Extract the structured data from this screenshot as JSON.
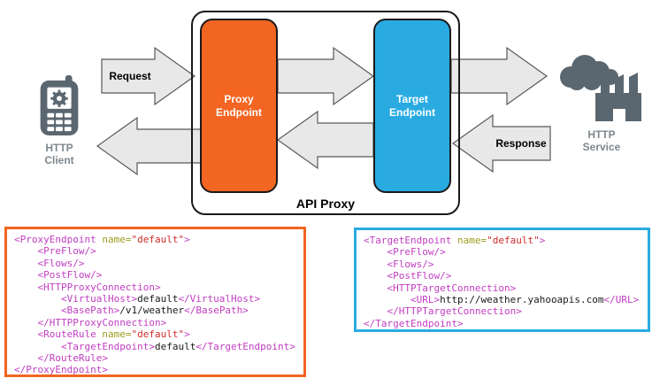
{
  "diagram": {
    "api_proxy_label": "API Proxy",
    "proxy_endpoint_label": "Proxy\nEndpoint",
    "target_endpoint_label": "Target\nEndpoint",
    "request_label": "Request",
    "response_label": "Response",
    "http_client_label": "HTTP\nClient",
    "http_service_label": "HTTP\nService",
    "icons": {
      "http_client": "mobile-phone-icon",
      "http_service": "factory-smoke-cloud-icon",
      "flow_arrows": "block-arrow-icons"
    },
    "colors": {
      "proxy_accent": "#F26522",
      "target_accent": "#29ABE2",
      "icon_gray": "#5B6770",
      "label_gray": "#7E878D",
      "arrow_fill": "#E8E8E8",
      "code_tag": "#C13DC1",
      "code_attr": "#9C9C20",
      "code_string": "#CE2B2B"
    }
  },
  "code_blocks": [
    {
      "name": "proxy-endpoint-xml",
      "lines": [
        [
          {
            "c": "tag",
            "t": "<ProxyEndpoint "
          },
          {
            "c": "attr",
            "t": "name="
          },
          {
            "c": "str",
            "t": "\"default\""
          },
          {
            "c": "tag",
            "t": ">"
          }
        ],
        [
          {
            "c": "txt",
            "t": "    "
          },
          {
            "c": "tag",
            "t": "<PreFlow/>"
          }
        ],
        [
          {
            "c": "txt",
            "t": "    "
          },
          {
            "c": "tag",
            "t": "<Flows/>"
          }
        ],
        [
          {
            "c": "txt",
            "t": "    "
          },
          {
            "c": "tag",
            "t": "<PostFlow/>"
          }
        ],
        [
          {
            "c": "txt",
            "t": "    "
          },
          {
            "c": "tag",
            "t": "<HTTPProxyConnection>"
          }
        ],
        [
          {
            "c": "txt",
            "t": "        "
          },
          {
            "c": "tag",
            "t": "<VirtualHost>"
          },
          {
            "c": "txt",
            "t": "default"
          },
          {
            "c": "tag",
            "t": "</VirtualHost>"
          }
        ],
        [
          {
            "c": "txt",
            "t": "        "
          },
          {
            "c": "tag",
            "t": "<BasePath>"
          },
          {
            "c": "txt",
            "t": "/v1/weather"
          },
          {
            "c": "tag",
            "t": "</BasePath>"
          }
        ],
        [
          {
            "c": "txt",
            "t": "    "
          },
          {
            "c": "tag",
            "t": "</HTTPProxyConnection>"
          }
        ],
        [
          {
            "c": "txt",
            "t": "    "
          },
          {
            "c": "tag",
            "t": "<RouteRule "
          },
          {
            "c": "attr",
            "t": "name="
          },
          {
            "c": "str",
            "t": "\"default\""
          },
          {
            "c": "tag",
            "t": ">"
          }
        ],
        [
          {
            "c": "txt",
            "t": "        "
          },
          {
            "c": "tag",
            "t": "<TargetEndpoint>"
          },
          {
            "c": "txt",
            "t": "default"
          },
          {
            "c": "tag",
            "t": "</TargetEndpoint>"
          }
        ],
        [
          {
            "c": "txt",
            "t": "    "
          },
          {
            "c": "tag",
            "t": "</RouteRule>"
          }
        ],
        [
          {
            "c": "tag",
            "t": "</ProxyEndpoint>"
          }
        ]
      ]
    },
    {
      "name": "target-endpoint-xml",
      "lines": [
        [
          {
            "c": "tag",
            "t": "<TargetEndpoint "
          },
          {
            "c": "attr",
            "t": "name="
          },
          {
            "c": "str",
            "t": "\"default\""
          },
          {
            "c": "tag",
            "t": ">"
          }
        ],
        [
          {
            "c": "txt",
            "t": "    "
          },
          {
            "c": "tag",
            "t": "<PreFlow/>"
          }
        ],
        [
          {
            "c": "txt",
            "t": "    "
          },
          {
            "c": "tag",
            "t": "<Flows/>"
          }
        ],
        [
          {
            "c": "txt",
            "t": "    "
          },
          {
            "c": "tag",
            "t": "<PostFlow/>"
          }
        ],
        [
          {
            "c": "txt",
            "t": "    "
          },
          {
            "c": "tag",
            "t": "<HTTPTargetConnection>"
          }
        ],
        [
          {
            "c": "txt",
            "t": "        "
          },
          {
            "c": "tag",
            "t": "<URL>"
          },
          {
            "c": "txt",
            "t": "http://weather.yahooapis.com"
          },
          {
            "c": "tag",
            "t": "</URL>"
          }
        ],
        [
          {
            "c": "txt",
            "t": "    "
          },
          {
            "c": "tag",
            "t": "</HTTPTargetConnection>"
          }
        ],
        [
          {
            "c": "tag",
            "t": "</TargetEndpoint>"
          }
        ]
      ]
    }
  ]
}
